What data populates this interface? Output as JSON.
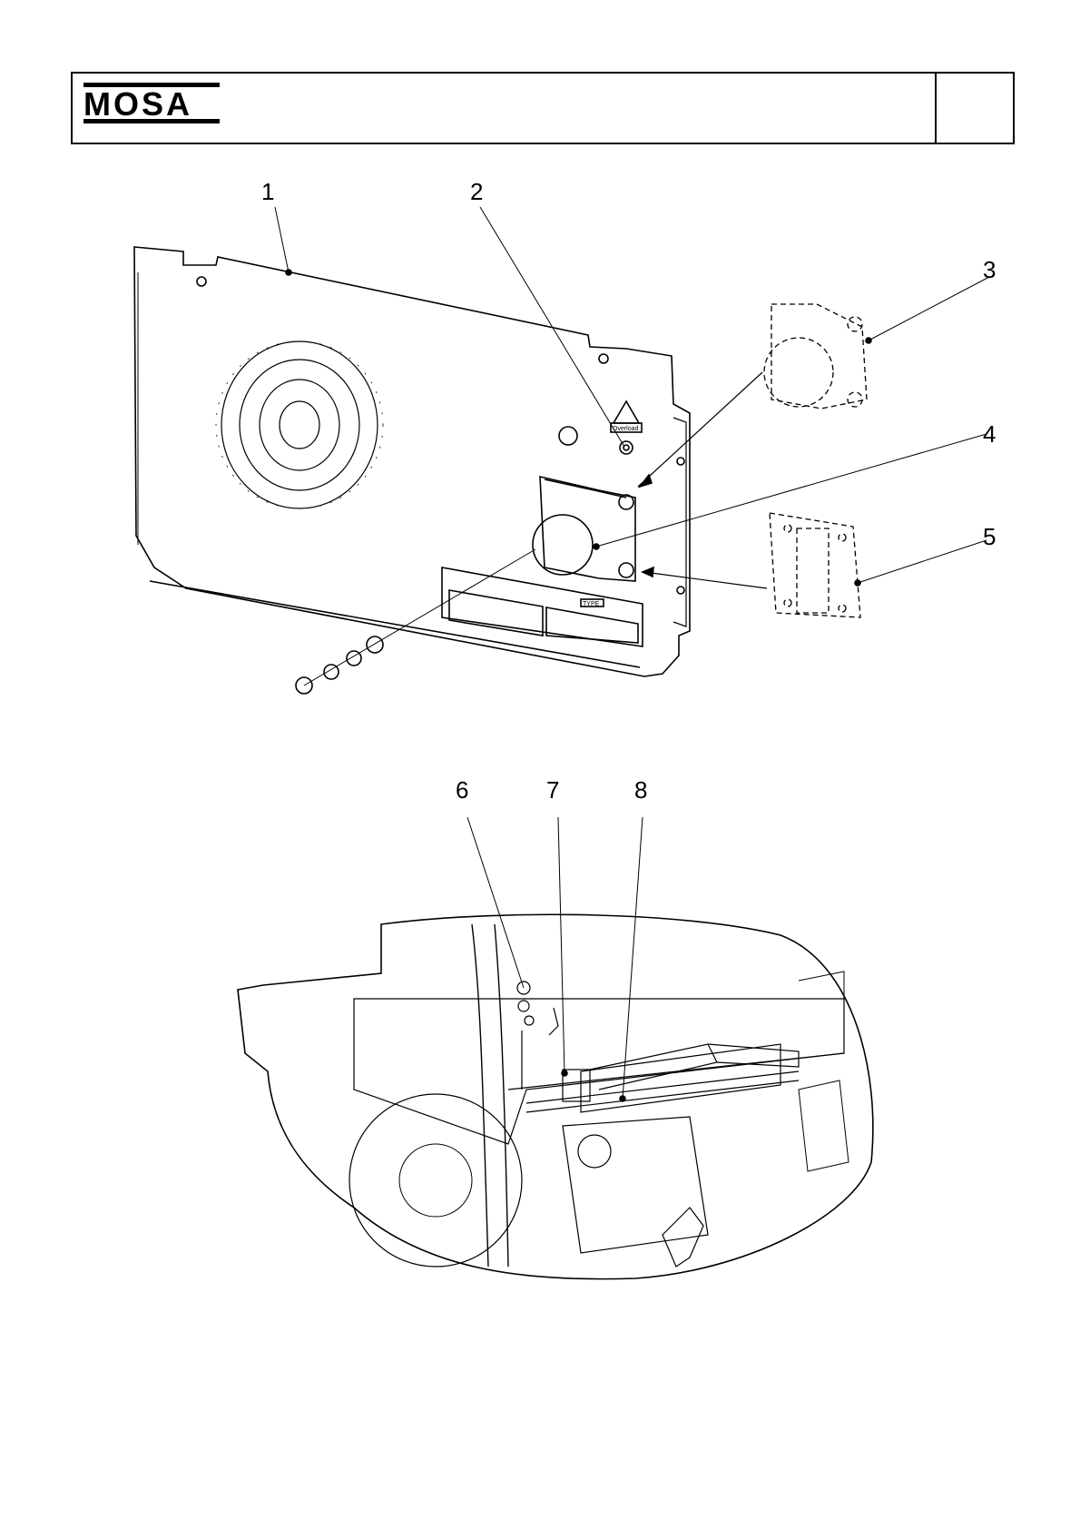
{
  "header": {
    "brand": "MOSA"
  },
  "callouts": [
    "1",
    "2",
    "3",
    "4",
    "5",
    "6",
    "7",
    "8"
  ],
  "panel_labels": {
    "overload": "Overload",
    "type": "TYPE"
  }
}
